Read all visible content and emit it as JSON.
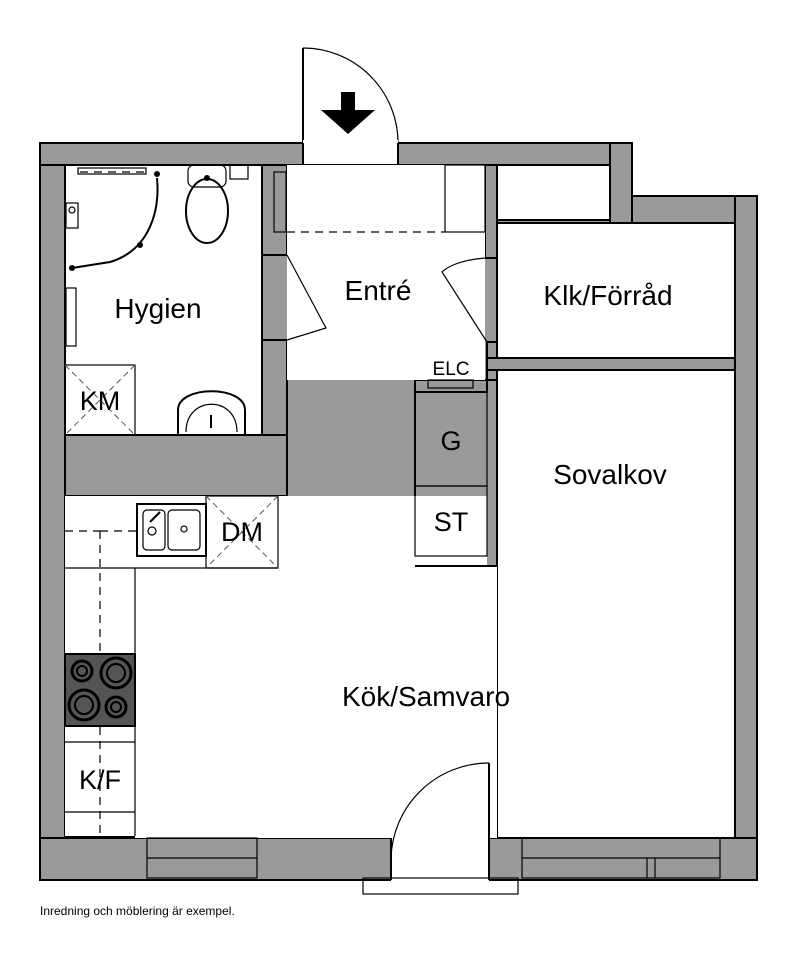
{
  "rooms": {
    "hygien": "Hygien",
    "entre": "Entré",
    "klk_forrad": "Klk/Förråd",
    "sovalkov": "Sovalkov",
    "kok_samvaro": "Kök/Samvaro"
  },
  "fixtures": {
    "km": "KM",
    "elc": "ELC",
    "g": "G",
    "st": "ST",
    "dm": "DM",
    "kf": "K/F"
  },
  "disclaimer": "Inredning och möblering är exempel.",
  "colors": {
    "wall": "#9a9a9a",
    "stove": "#555555"
  }
}
